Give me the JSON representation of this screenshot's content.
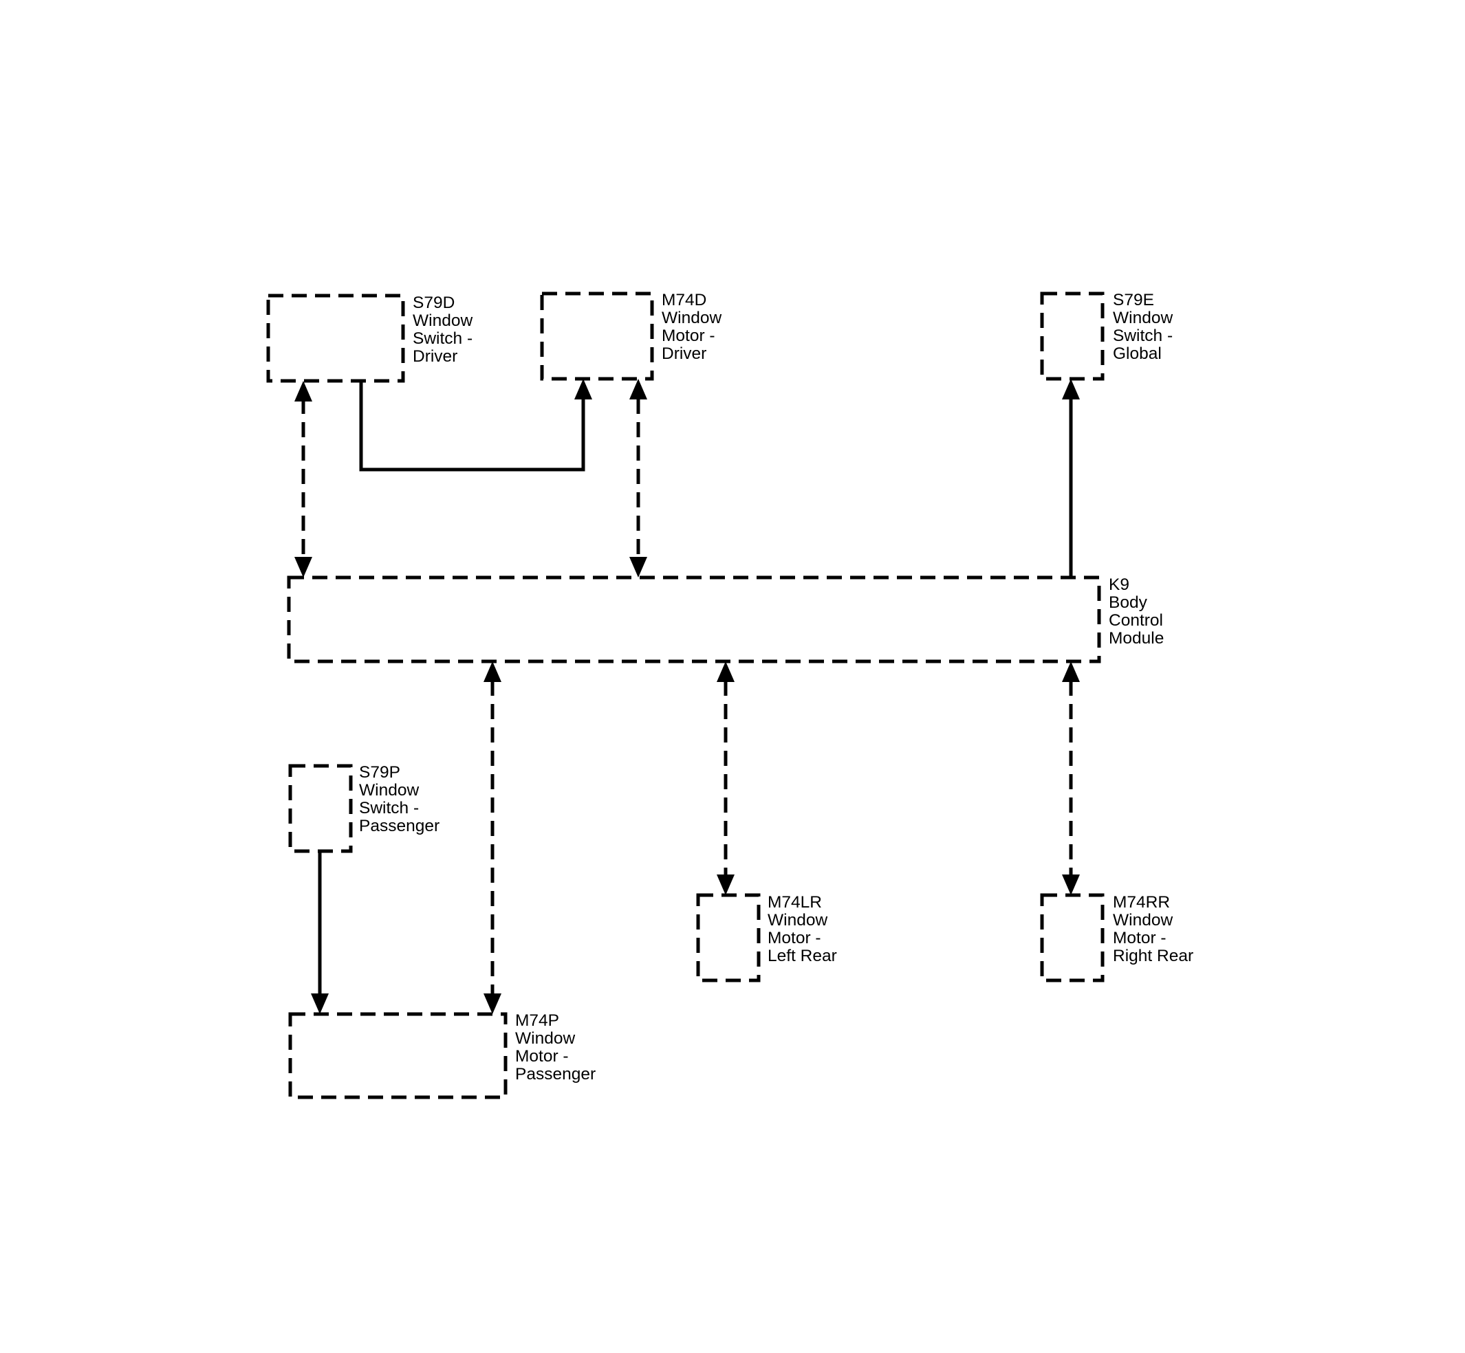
{
  "components": [
    {
      "id": "S79D",
      "lines": [
        "S79D",
        "Window",
        "Switch -",
        "Driver"
      ]
    },
    {
      "id": "M74D",
      "lines": [
        "M74D",
        "Window",
        "Motor -",
        "Driver"
      ]
    },
    {
      "id": "S79E",
      "lines": [
        "S79E",
        "Window",
        "Switch -",
        "Global"
      ]
    },
    {
      "id": "K9",
      "lines": [
        "K9",
        "Body",
        "Control",
        "Module"
      ]
    },
    {
      "id": "S79P",
      "lines": [
        "S79P",
        "Window",
        "Switch -",
        "Passenger"
      ]
    },
    {
      "id": "M74LR",
      "lines": [
        "M74LR",
        "Window",
        "Motor -",
        "Left Rear"
      ]
    },
    {
      "id": "M74RR",
      "lines": [
        "M74RR",
        "Window",
        "Motor -",
        "Right Rear"
      ]
    },
    {
      "id": "M74P",
      "lines": [
        "M74P",
        "Window",
        "Motor -",
        "Passenger"
      ]
    }
  ],
  "connections": [
    {
      "from": "S79D",
      "to": "K9",
      "style": "dashed",
      "direction": "both"
    },
    {
      "from": "S79D",
      "to": "M74D",
      "style": "solid",
      "direction": "forward"
    },
    {
      "from": "M74D",
      "to": "K9",
      "style": "dashed",
      "direction": "both"
    },
    {
      "from": "K9",
      "to": "S79E",
      "style": "solid",
      "direction": "forward"
    },
    {
      "from": "M74P",
      "to": "K9",
      "style": "dashed",
      "direction": "both"
    },
    {
      "from": "M74LR",
      "to": "K9",
      "style": "dashed",
      "direction": "both"
    },
    {
      "from": "M74RR",
      "to": "K9",
      "style": "dashed",
      "direction": "both"
    },
    {
      "from": "S79P",
      "to": "M74P",
      "style": "solid",
      "direction": "forward"
    }
  ],
  "colors": {
    "line": "#000000",
    "background": "#ffffff"
  }
}
